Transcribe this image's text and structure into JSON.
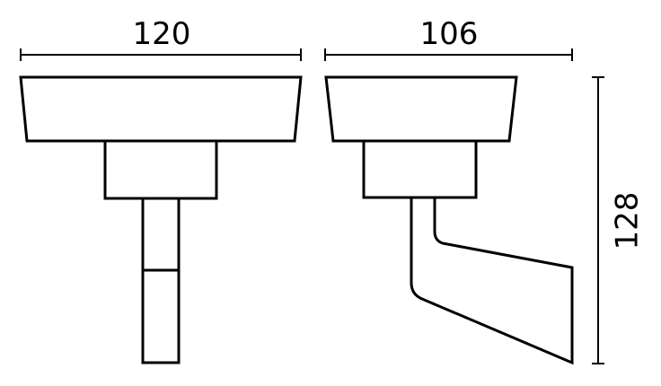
{
  "dimensions": {
    "front_width": "120",
    "side_width": "106",
    "overall_height": "128"
  },
  "colors": {
    "line": "#000000",
    "background": "#ffffff"
  }
}
